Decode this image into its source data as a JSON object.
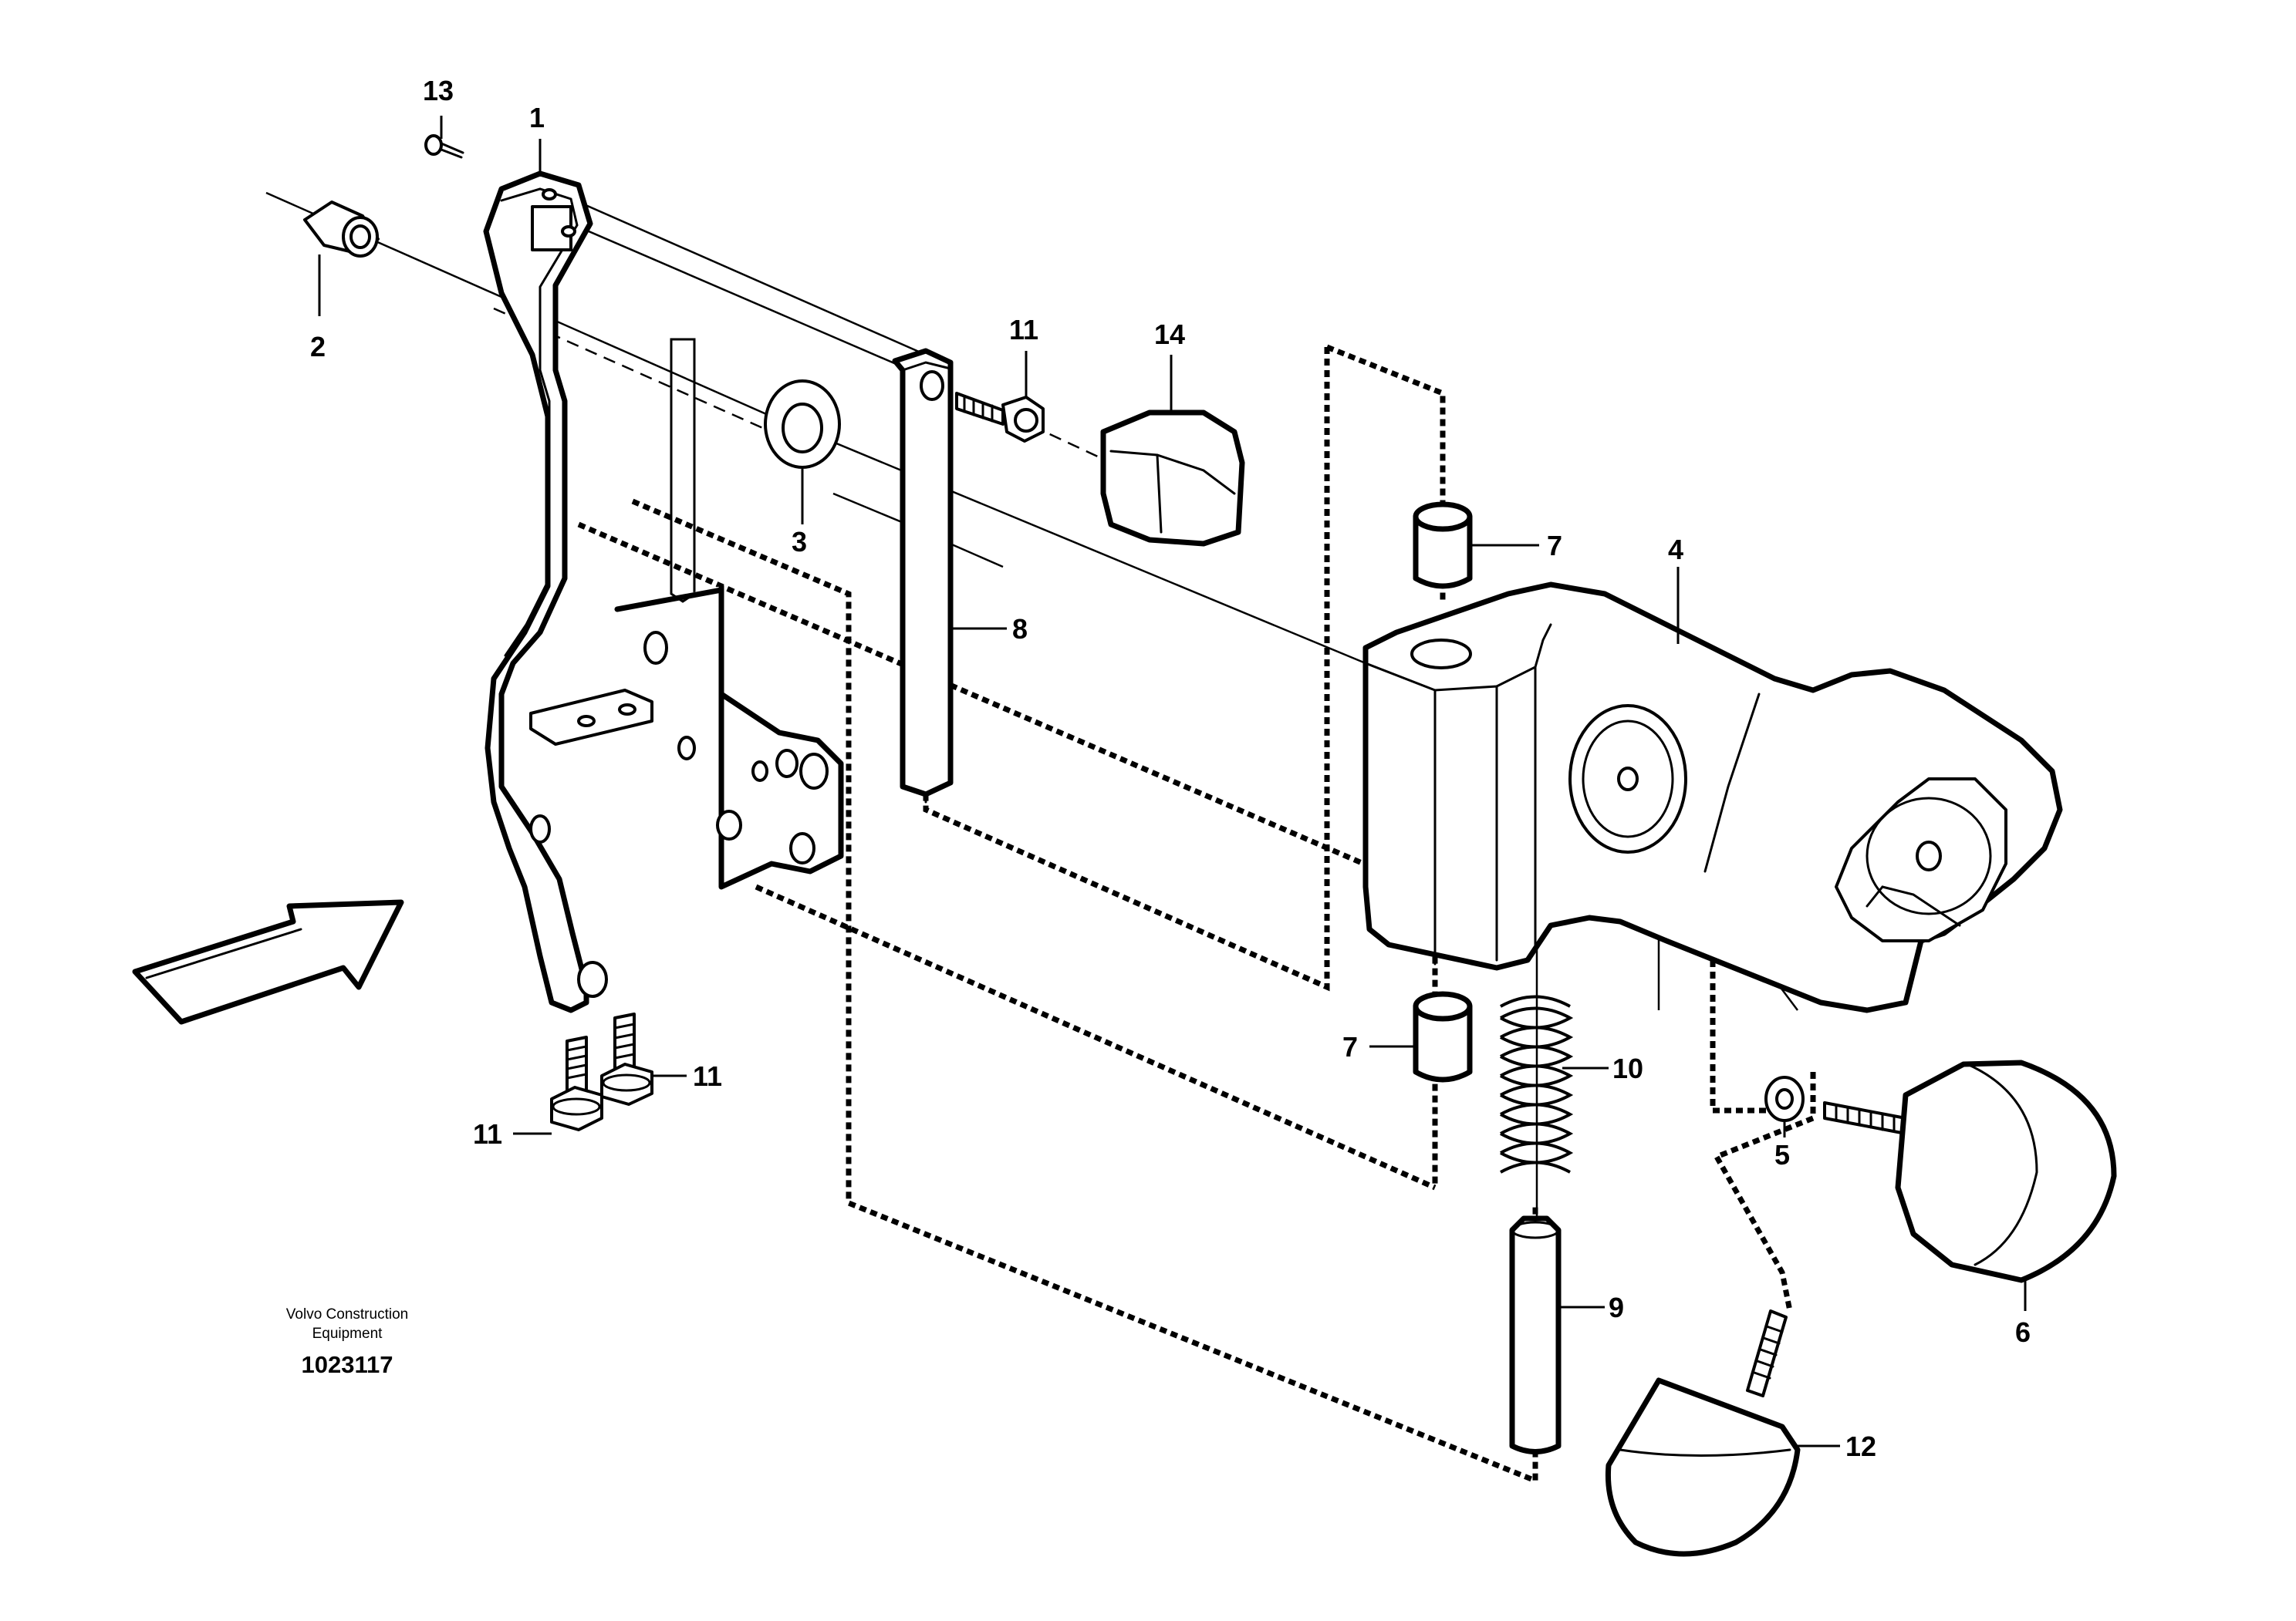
{
  "diagram": {
    "callouts": {
      "p1": "1",
      "p2": "2",
      "p3": "3",
      "p4": "4",
      "p5": "5",
      "p6": "6",
      "p7_top": "7",
      "p7_bottom": "7",
      "p8": "8",
      "p9": "9",
      "p10": "10",
      "p11_top": "11",
      "p11_left": "11",
      "p11_right": "11",
      "p12": "12",
      "p13": "13",
      "p14": "14"
    },
    "caption": {
      "line1": "Volvo Construction",
      "line2": "Equipment",
      "code": "1023117"
    },
    "colors": {
      "line": "#000000",
      "background": "#ffffff"
    },
    "icons": {
      "direction_arrow": "view-direction-arrow"
    }
  }
}
